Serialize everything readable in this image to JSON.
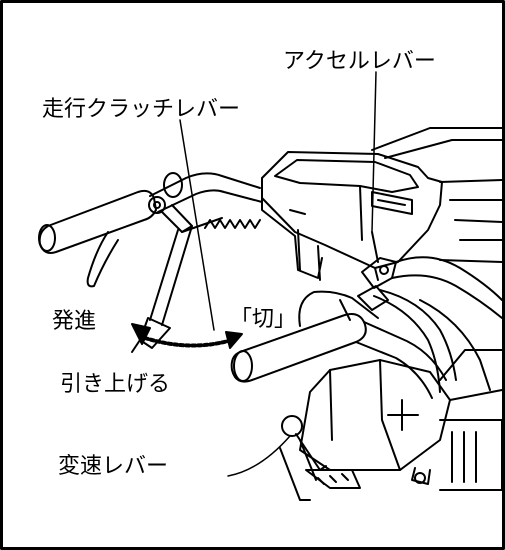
{
  "labels": {
    "accelerator_lever": "アクセルレバー",
    "travel_clutch_lever": "走行クラッチレバー",
    "start": "発進",
    "off": "「切」",
    "pull_up": "引き上げる",
    "shift_lever": "変速レバー"
  },
  "colors": {
    "line": "#000000",
    "background": "#ffffff",
    "arrow_fill": "#000000"
  }
}
